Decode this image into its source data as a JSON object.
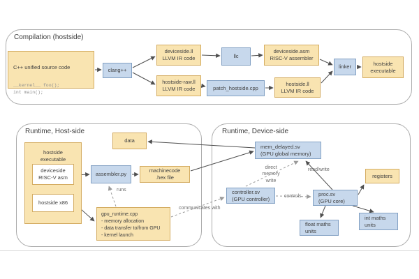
{
  "colors": {
    "yellow_fill": "#F9E4B1",
    "yellow_border": "#D4AC62",
    "blue_fill": "#C7D8EC",
    "blue_border": "#82A0C3",
    "container_border": "#ABABAB",
    "arrow_solid": "#4F4F4F",
    "arrow_dashed": "#9A9A9A"
  },
  "compilation": {
    "title": "Compilation (hostside)",
    "nodes": {
      "cpp_source_title": "C++ unified source code",
      "cpp_source_code": "__kernel__ foo();\nint main();",
      "clang": "clang++",
      "deviceside_ll": "deviceside.ll\nLLVM IR code",
      "llc": "llc",
      "deviceside_asm": "deviceside.asm\nRISC-V assembler",
      "hostside_raw_ll": "hostside-raw.ll\nLLVM IR code",
      "patch_hostside": "patch_hostside.cpp",
      "hostside_ll": "hostside.ll\nLLVM IR code",
      "linker": "linker",
      "hostside_executable": "hostside\nexecutable"
    }
  },
  "runtime_host": {
    "title": "Runtime, Host-side",
    "nodes": {
      "data": "data",
      "hostside_executable_group": "hostside\nexecutable",
      "deviceside_asm": "deviceside\nRISC-V asm",
      "hostside_x86": "hostside x86",
      "assembler": "assembler.py",
      "machinecode": "machinecode\n.hex file",
      "gpu_runtime": "gpu_runtime.cpp\n- memory allocation\n- data transfer to/from GPU\n- kernel launch"
    },
    "edge_labels": {
      "runs": "runs",
      "communicates_with": "communicates with"
    }
  },
  "runtime_device": {
    "title": "Runtime, Device-side",
    "nodes": {
      "mem_delayed": "mem_delayed.sv\n(GPU global memory)",
      "controller": "controller.sv\n(GPU controller)",
      "proc": "proc.sv\n(GPU core)",
      "registers": "registers",
      "float_maths": "float maths\nunits",
      "int_maths": "int maths\nunits"
    },
    "edge_labels": {
      "direct_memory_write": "direct\nmemory\nwrite",
      "read_write": "read/write",
      "controls": "controls"
    }
  }
}
